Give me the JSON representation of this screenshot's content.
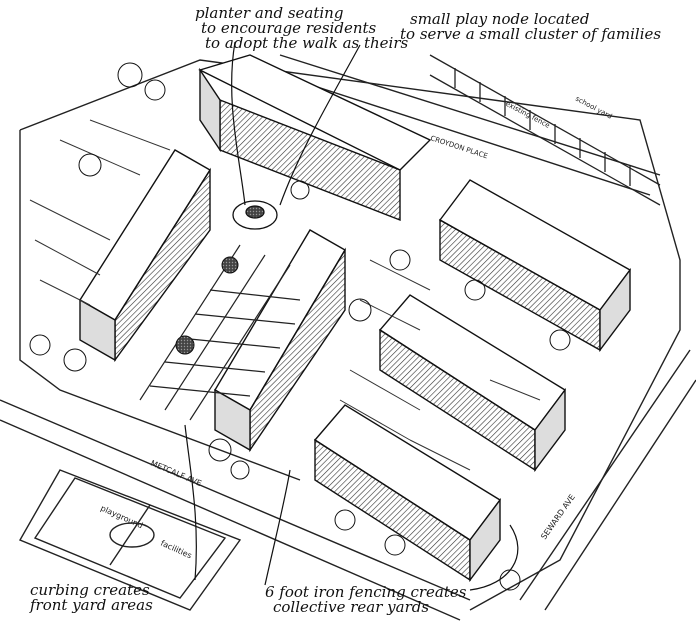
{
  "annotations": {
    "planter": [
      "planter and seating",
      "to encourage residents",
      "to adopt the walk as theirs"
    ],
    "play_node": [
      "small play node located",
      "to serve a small cluster of families"
    ],
    "curbing": [
      "curbing creates",
      "front yard areas"
    ],
    "fencing": [
      "6 foot iron fencing creates",
      "collective rear yards"
    ]
  },
  "street_labels": {
    "top_street": "CROYDON PLACE",
    "existing_fence": "existing fence",
    "school_yard": "school yard",
    "bottom_street": "METCALF AVE",
    "right_street": "SEWARD AVE"
  },
  "playground_labels": {
    "playground": "playground",
    "facilities": "facilities"
  },
  "colors": {
    "ink": "#111111",
    "paper": "#ffffff",
    "shade": "#555555"
  }
}
